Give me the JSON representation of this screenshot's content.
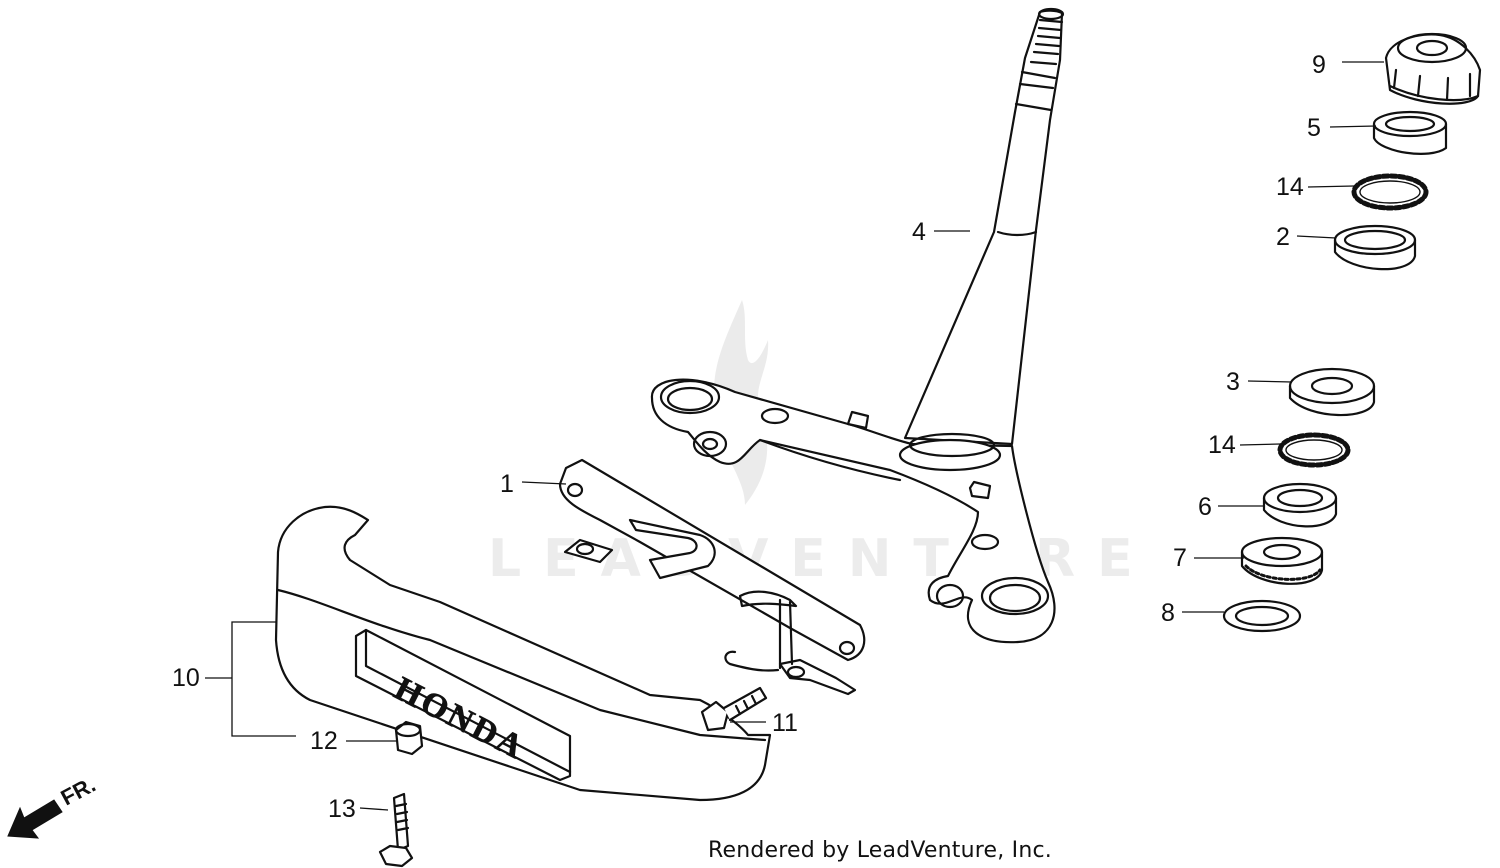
{
  "callouts": [
    {
      "id": "c1",
      "label": "1"
    },
    {
      "id": "c2",
      "label": "2"
    },
    {
      "id": "c3",
      "label": "3"
    },
    {
      "id": "c4",
      "label": "4"
    },
    {
      "id": "c5",
      "label": "5"
    },
    {
      "id": "c6",
      "label": "6"
    },
    {
      "id": "c7",
      "label": "7"
    },
    {
      "id": "c8",
      "label": "8"
    },
    {
      "id": "c9",
      "label": "9"
    },
    {
      "id": "c10",
      "label": "10"
    },
    {
      "id": "c11",
      "label": "11"
    },
    {
      "id": "c12",
      "label": "12"
    },
    {
      "id": "c13",
      "label": "13"
    },
    {
      "id": "c14a",
      "label": "14"
    },
    {
      "id": "c14b",
      "label": "14"
    }
  ],
  "cover_logo_text": "HONDA",
  "direction_label": "FR.",
  "watermark_text": "LEADVENTURE",
  "credit_text": "Rendered by LeadVenture, Inc.",
  "colors": {
    "ink": "#111111",
    "paper": "#ffffff",
    "watermark": "#e6e6e6"
  }
}
